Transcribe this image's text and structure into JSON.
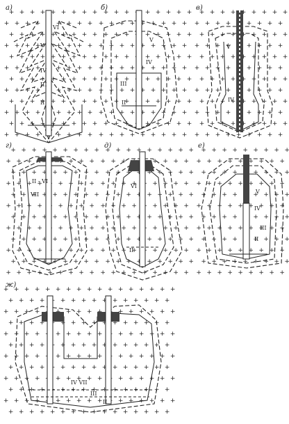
{
  "panels": [
    {
      "id": "a",
      "label": "а)",
      "zones": [
        "VI",
        "V",
        "IV",
        "III",
        "II"
      ]
    },
    {
      "id": "b",
      "label": "б)",
      "zones": [
        "V",
        "IV",
        "III",
        "II"
      ]
    },
    {
      "id": "v",
      "label": "в)",
      "zones": [
        "V",
        "IV"
      ]
    },
    {
      "id": "g",
      "label": "г)",
      "zones": [
        "II - VI",
        "VII"
      ]
    },
    {
      "id": "d",
      "label": "д)",
      "zones": [
        "VI",
        "II"
      ]
    },
    {
      "id": "e",
      "label": "е)",
      "zones": [
        "V",
        "IV",
        "III",
        "II"
      ]
    },
    {
      "id": "zh",
      "label": "ж)",
      "zones": [
        "IV  VII",
        "III",
        "II"
      ]
    }
  ]
}
